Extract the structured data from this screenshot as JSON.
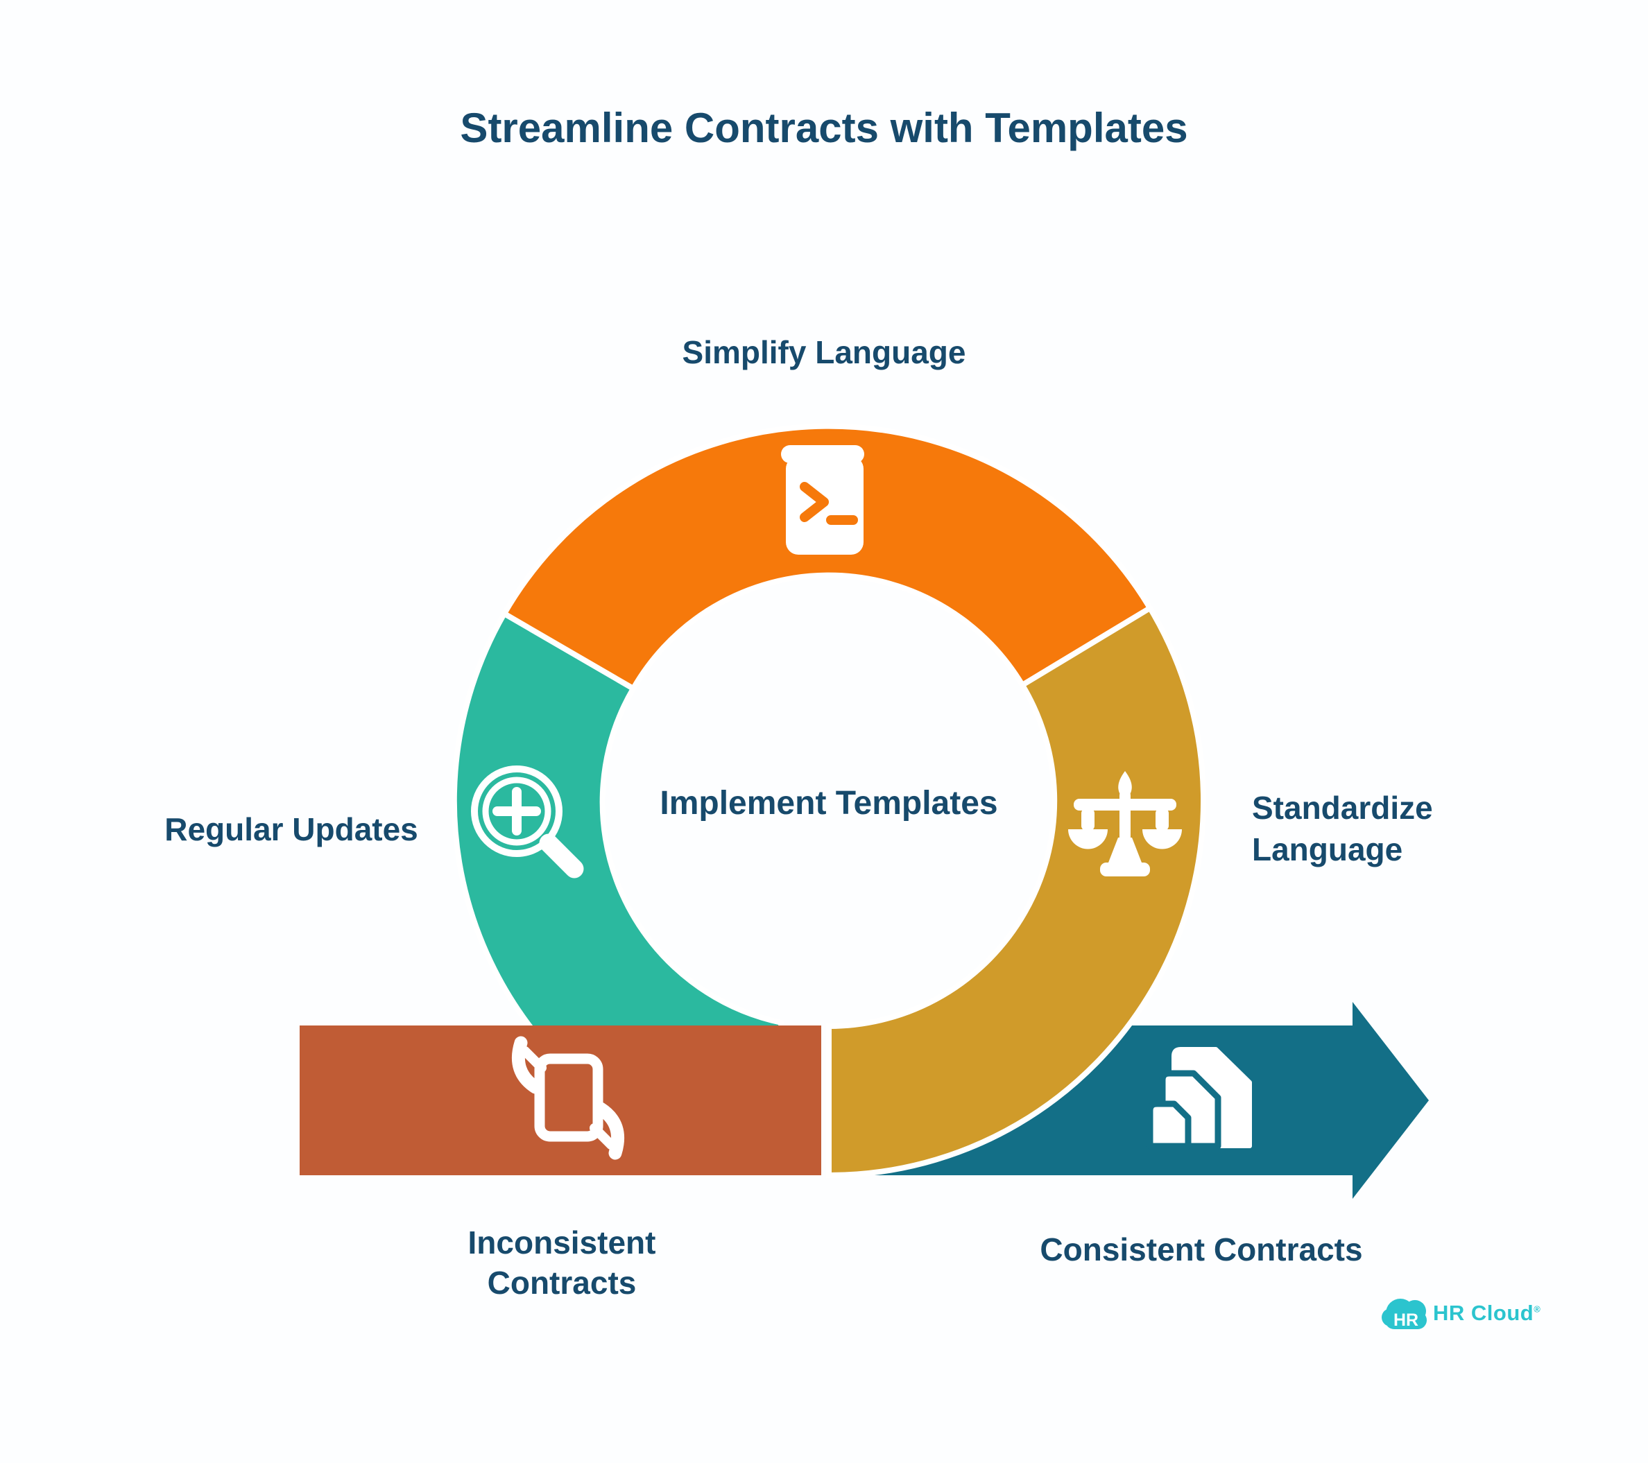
{
  "title": "Streamline Contracts with Templates",
  "center_label": "Implement Templates",
  "segments": [
    {
      "id": "simplify",
      "label": "Simplify Language",
      "color": "#F6790B",
      "icon": "terminal-book-icon"
    },
    {
      "id": "updates",
      "label": "Regular Updates",
      "color": "#2BB99F",
      "icon": "zoom-in-icon"
    },
    {
      "id": "standardize",
      "label": "Standardize Language",
      "color": "#D09B2A",
      "icon": "scales-icon"
    }
  ],
  "flow": [
    {
      "id": "inconsistent",
      "label": "Inconsistent Contracts",
      "color": "#C05C35",
      "icon": "document-exchange-icon"
    },
    {
      "id": "consistent",
      "label": "Consistent Contracts",
      "color": "#136F87",
      "icon": "stacked-documents-icon"
    }
  ],
  "logo": {
    "badge": "HR",
    "brand": "HR Cloud",
    "mark": "®",
    "color": "#2BC4CE"
  },
  "colors": {
    "text_navy": "#174A6C",
    "background": "#FDFEFF",
    "icon_white": "#FFFFFF"
  }
}
